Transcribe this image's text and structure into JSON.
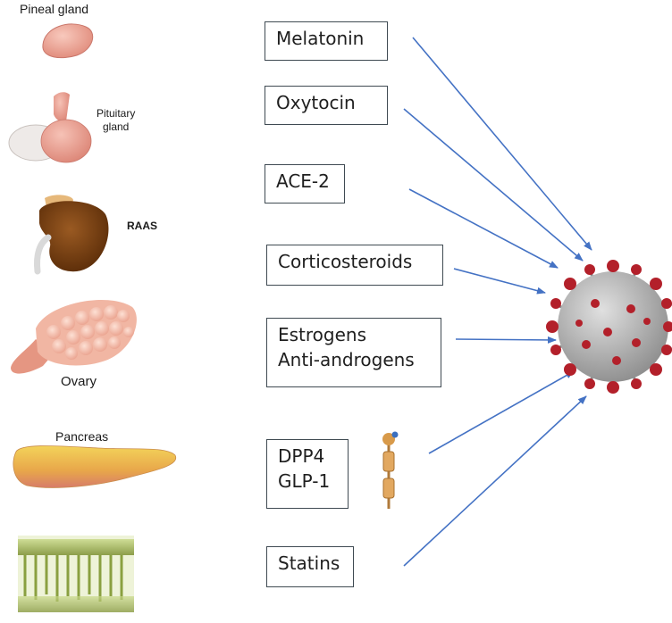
{
  "organs": {
    "pineal": "Pineal gland",
    "pituitary_line1": "Pituitary",
    "pituitary_line2": "gland",
    "raas": "RAAS",
    "ovary": "Ovary",
    "pancreas": "Pancreas"
  },
  "boxes": {
    "melatonin": "Melatonin",
    "oxytocin": "Oxytocin",
    "ace2": "ACE-2",
    "corticosteroids": "Corticosteroids",
    "estrogens_line1": "Estrogens",
    "estrogens_line2": "Anti-androgens",
    "dpp4_line1": "DPP4",
    "dpp4_line2": "GLP-1",
    "statins": "Statins"
  },
  "colors": {
    "arrow": "#4472c4",
    "box_border": "#3f4a52",
    "virus_body": "#9a9a9a",
    "virus_spikes": "#b3202a"
  },
  "icons": [
    "pineal-gland-icon",
    "pituitary-gland-icon",
    "kidney-icon",
    "ovary-icon",
    "pancreas-icon",
    "cell-membrane-icon",
    "dpp4-receptor-icon",
    "coronavirus-icon"
  ]
}
